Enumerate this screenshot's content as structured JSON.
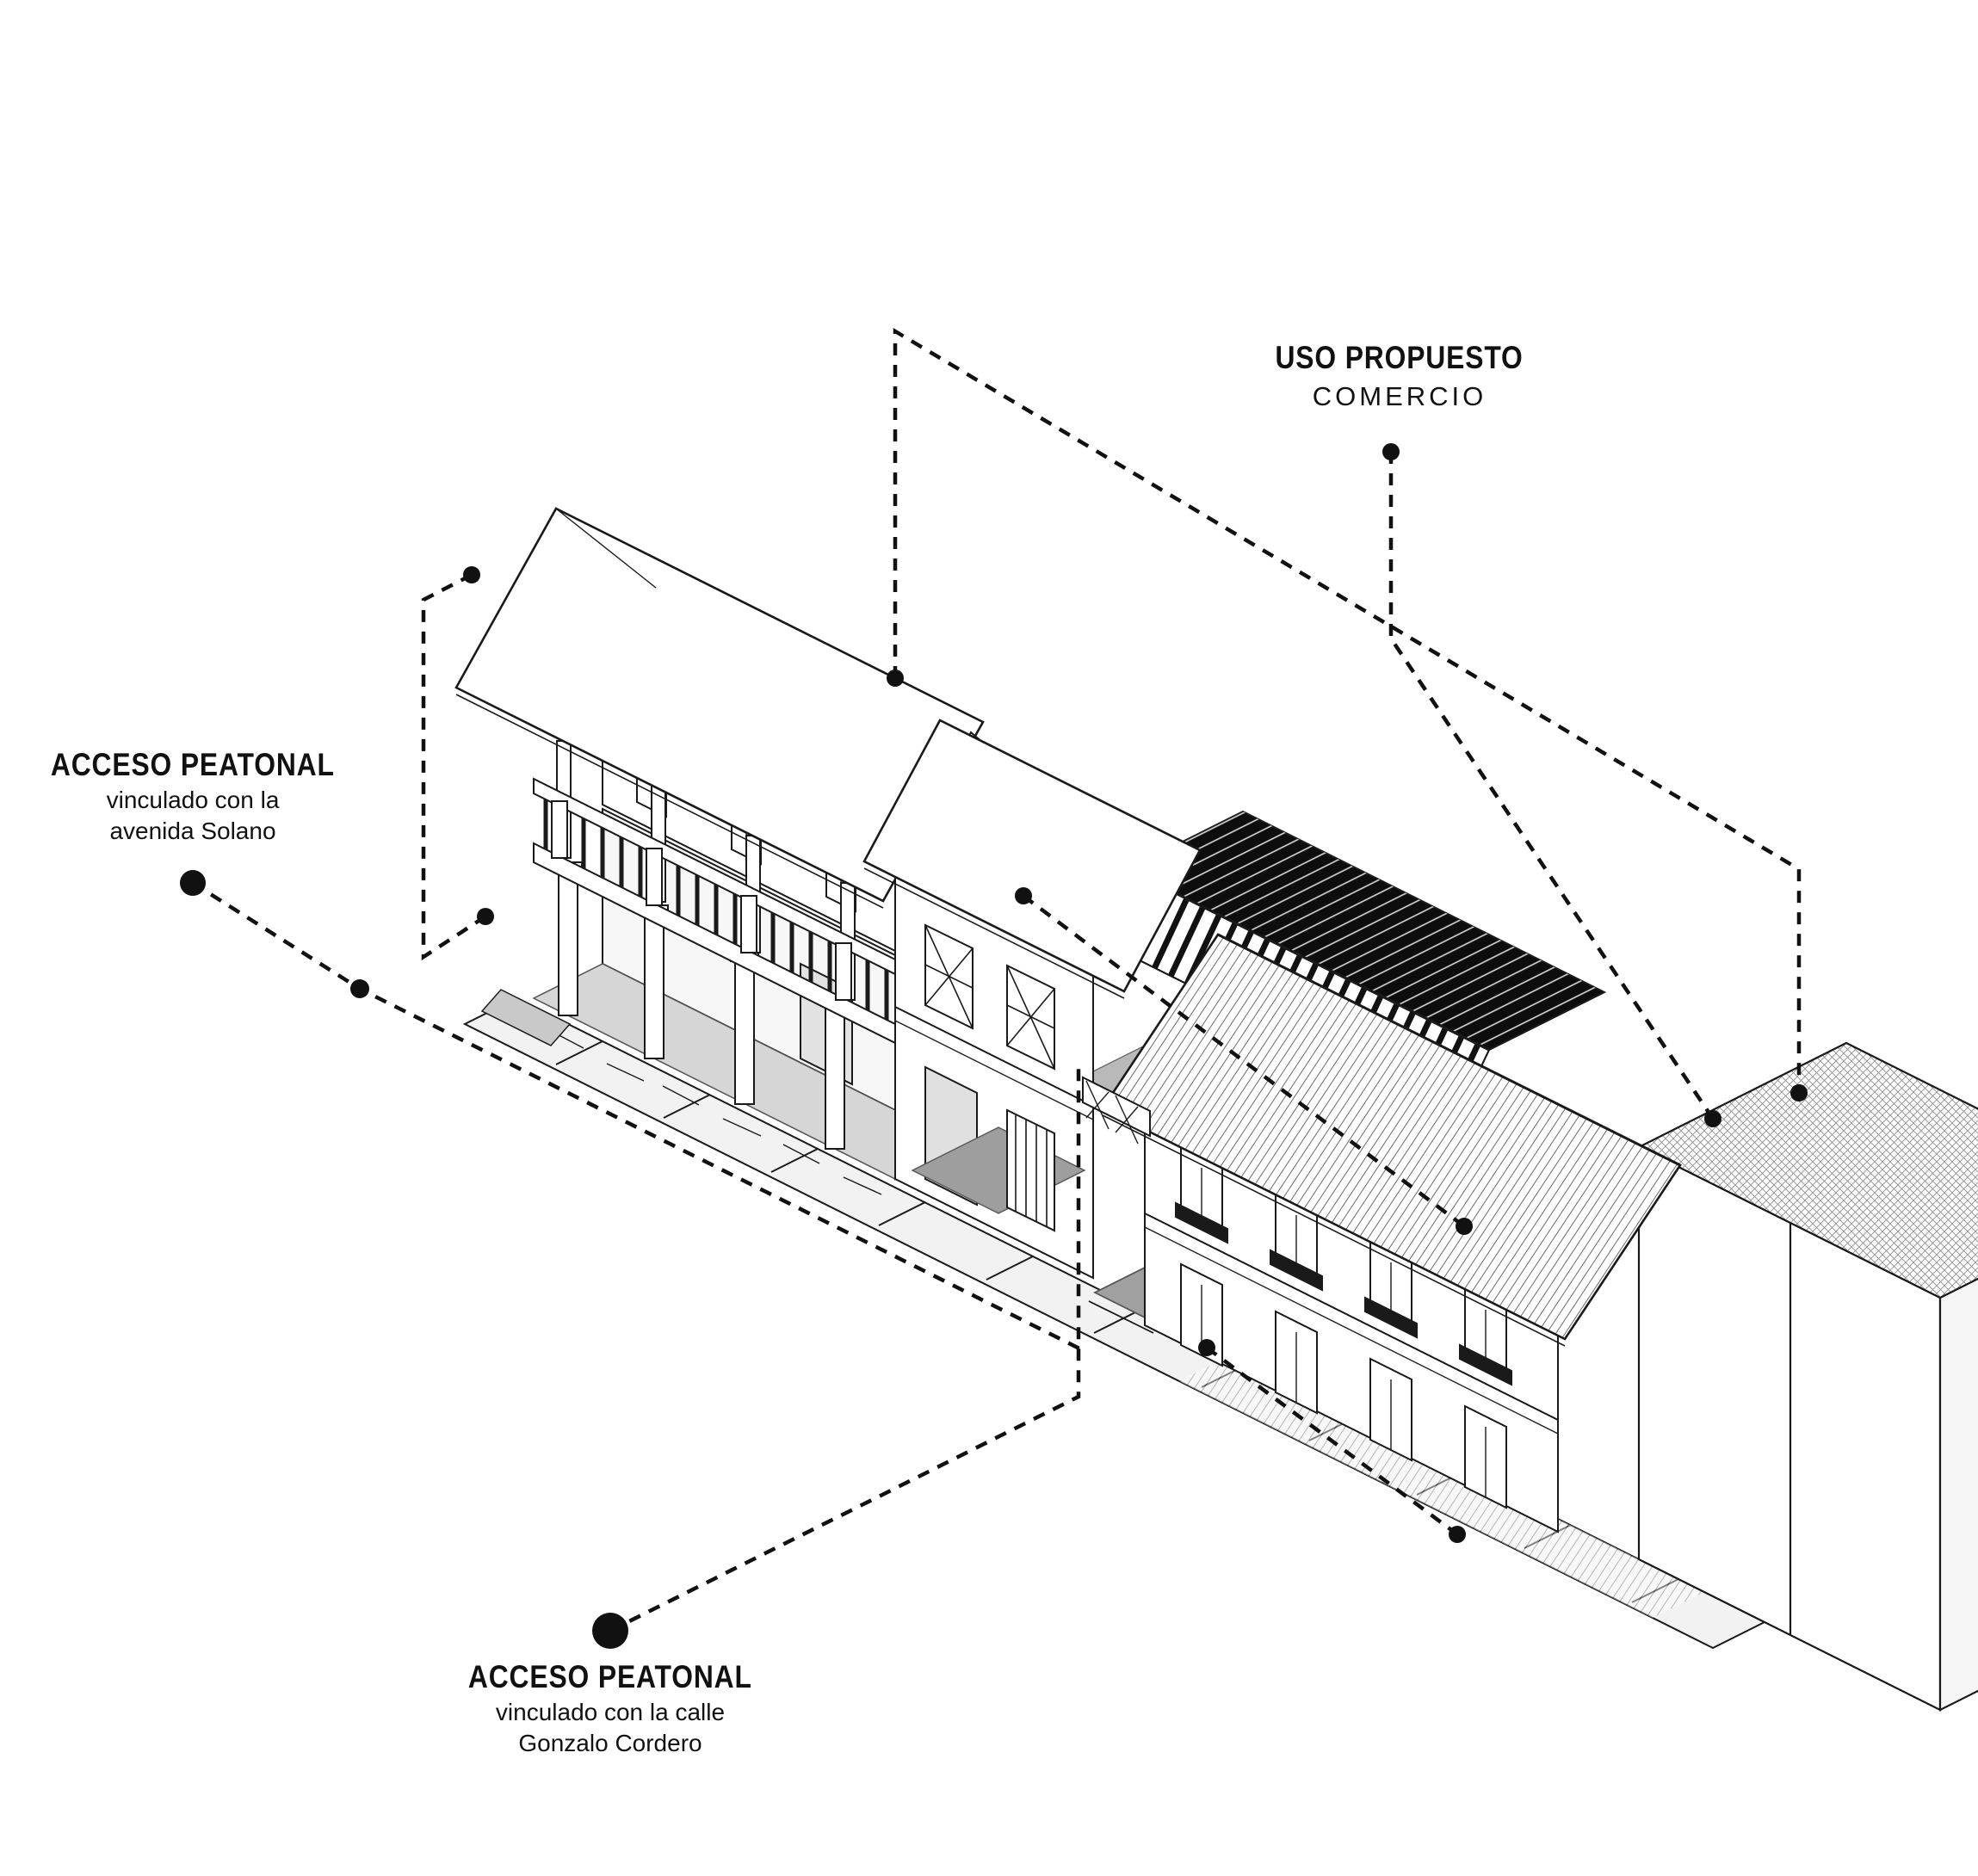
{
  "labels": {
    "uso_propuesto": {
      "title": "USO PROPUESTO",
      "subtitle": "COMERCIO"
    },
    "acceso_solano": {
      "title": "ACCESO PEATONAL",
      "line1": "vinculado con la",
      "line2": "avenida Solano"
    },
    "acceso_cordero": {
      "title": "ACCESO PEATONAL",
      "line1": "vinculado con la calle",
      "line2": "Gonzalo Cordero"
    }
  },
  "colors": {
    "ink": "#1a1a1a",
    "canopy": "#0d0d0d",
    "paving": "#d6d6d6",
    "courtyard": "#a0a0a0",
    "background": "#ffffff"
  }
}
